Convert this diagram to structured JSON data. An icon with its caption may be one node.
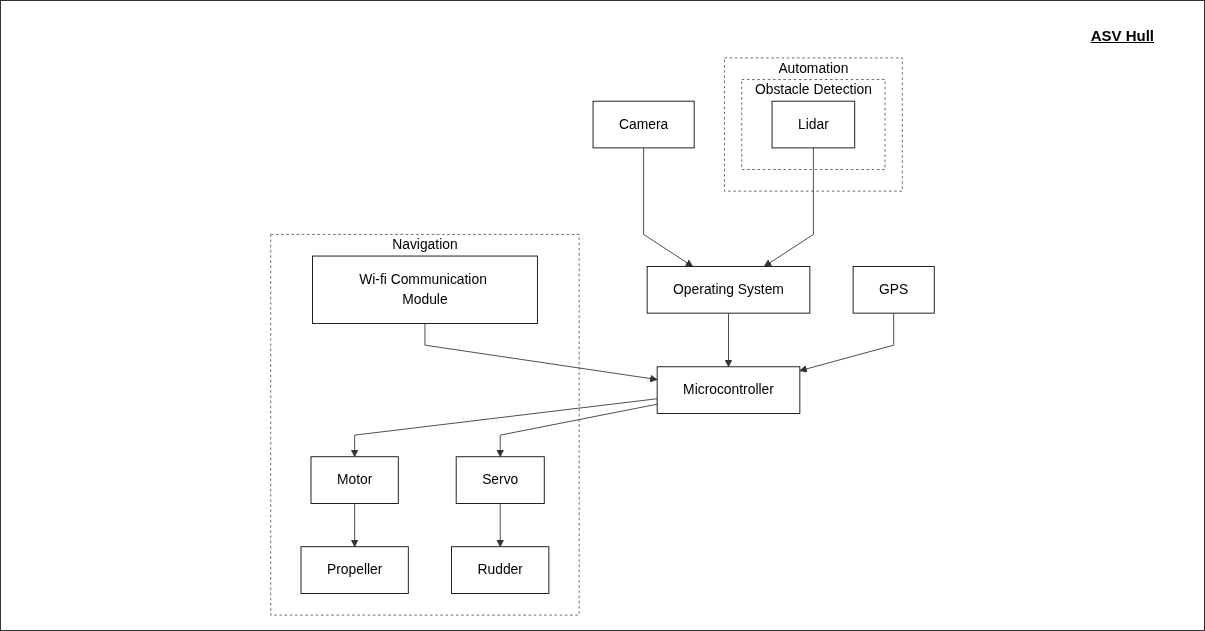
{
  "diagram": {
    "title": "ASV Hull",
    "nodes": [
      {
        "text": [
          "Operating System"
        ]
      },
      {
        "text": [
          "Microcontroller"
        ]
      },
      {
        "text": [
          "Navigation"
        ]
      },
      {
        "text": [
          "Automation"
        ]
      },
      {
        "text": [
          "Obstacle Detection"
        ],
        "in": 3
      },
      {
        "text": [
          "Camera"
        ]
      },
      {
        "text": [
          "Lidar"
        ],
        "in": 4
      },
      {
        "text": [
          "GPS"
        ]
      },
      {
        "text": [
          "Wi-fi Communication Module"
        ],
        "in": 2
      },
      {
        "text": [
          "Motor"
        ],
        "in": 2
      },
      {
        "text": [
          "Servo"
        ],
        "in": 2
      },
      {
        "text": [
          "Propeller"
        ],
        "in": 2
      },
      {
        "text": [
          "Rudder"
        ],
        "in": 2
      }
    ],
    "edges": [
      {
        "from": 0,
        "to": 1,
        "arrow": "to"
      },
      {
        "from": 5,
        "to": 0,
        "arrow": "to"
      },
      {
        "from": 6,
        "to": 0,
        "arrow": "to"
      },
      {
        "from": 7,
        "to": 1,
        "arrow": "to"
      },
      {
        "from": 8,
        "to": 1,
        "arrow": "to"
      },
      {
        "from": 1,
        "to": 9,
        "arrow": "to"
      },
      {
        "from": 1,
        "to": 10,
        "arrow": "to"
      },
      {
        "from": 9,
        "to": 11,
        "arrow": "to"
      },
      {
        "from": 10,
        "to": 12,
        "arrow": "to"
      }
    ]
  }
}
